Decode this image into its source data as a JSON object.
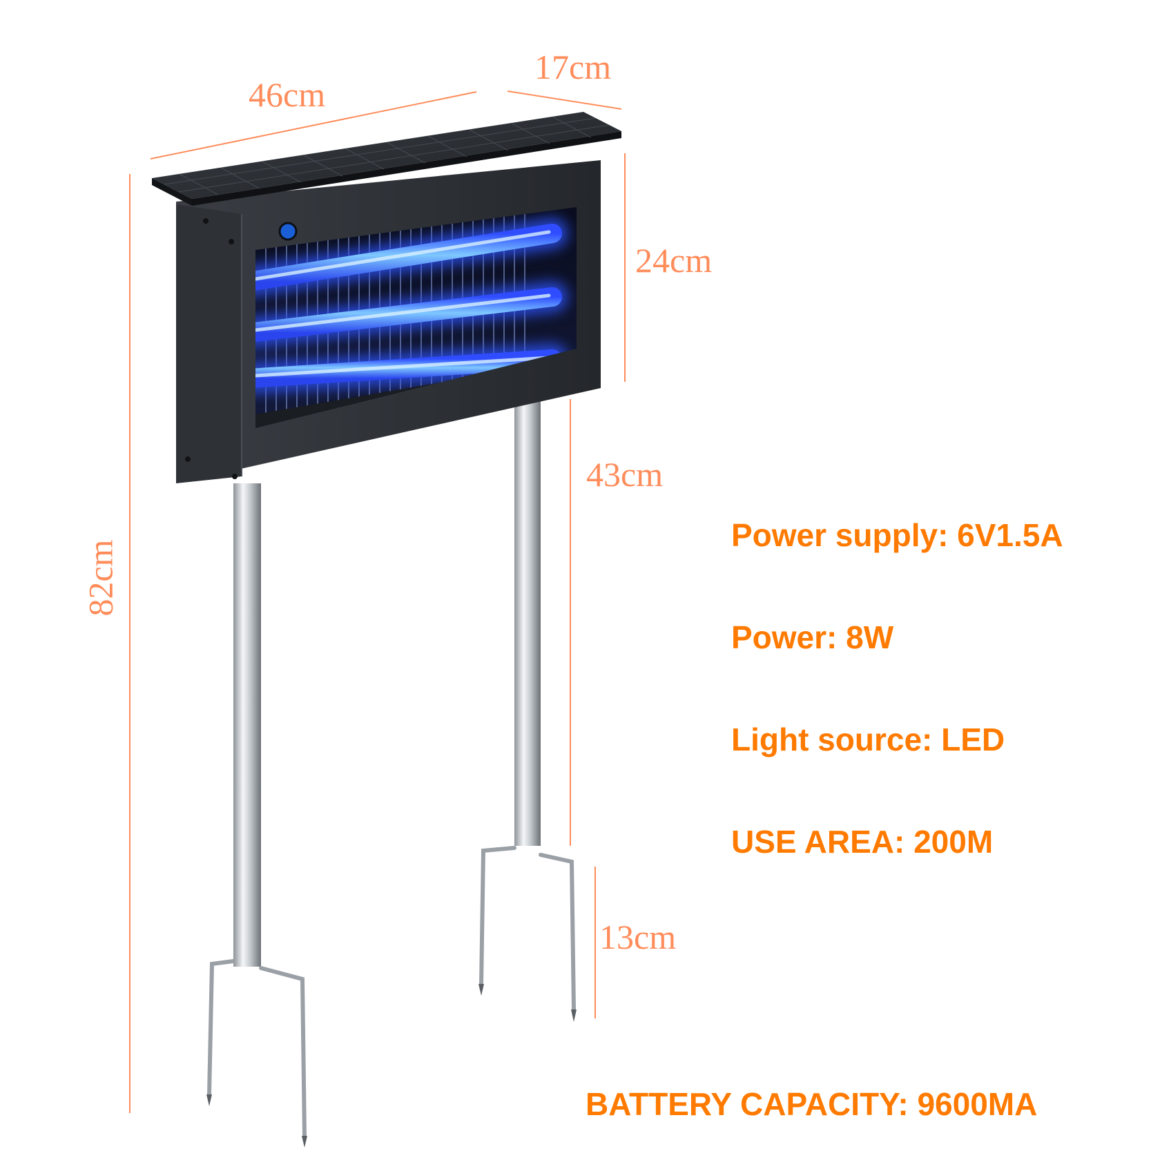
{
  "colors": {
    "dimension": "#ff8c5a",
    "spec_text": "#ff7a00",
    "housing": "#2a2e33",
    "uv_glow": "#3b6dff"
  },
  "dimensions": {
    "width": "46cm",
    "depth": "17cm",
    "box_height": "24cm",
    "pole_height": "43cm",
    "stake_height": "13cm",
    "total_height": "82cm"
  },
  "specs": {
    "power_supply": "Power supply: 6V1.5A",
    "power": "Power: 8W",
    "light_source": "Light source: LED",
    "use_area": "USE AREA: 200M",
    "battery_capacity": "BATTERY CAPACITY: 9600MA"
  },
  "product": {
    "icon": "solar-bug-zapper-icon"
  }
}
